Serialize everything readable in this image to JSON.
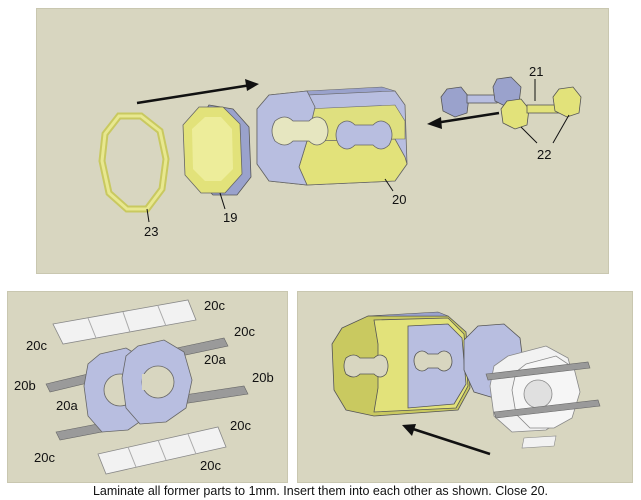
{
  "labels": {
    "part_19": "19",
    "part_20": "20",
    "part_21": "21",
    "part_22": "22",
    "part_23": "23",
    "part_20a": "20a",
    "part_20b": "20b",
    "part_20c": "20c"
  },
  "caption": "Laminate all former parts to 1mm. Insert them into each other as shown. Close 20.",
  "colors": {
    "panel": "#d8d6c0",
    "yellow": "#e2e27a",
    "yellow_dark": "#c9c960",
    "blue": "#b8bee0",
    "blue_dark": "#9aa2cc",
    "gray": "#9a9a9a",
    "white": "#f2f2f2",
    "arrow": "#111111"
  }
}
